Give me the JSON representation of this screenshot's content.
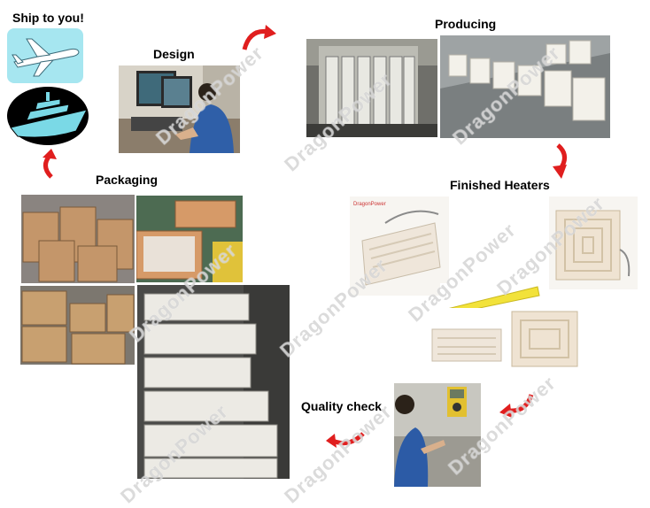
{
  "steps": {
    "ship": "Ship to you!",
    "design": "Design",
    "producing": "Producing",
    "finished": "Finished Heaters",
    "packaging": "Packaging",
    "quality": "Quality check"
  },
  "watermark": "DragonPower",
  "colors": {
    "arrow": "#e01e1e",
    "plane_bg": "#a6e6f0",
    "ship_fill": "#7ad9e6",
    "tray": "#f2e23a",
    "ceramic": "#efe6da"
  }
}
